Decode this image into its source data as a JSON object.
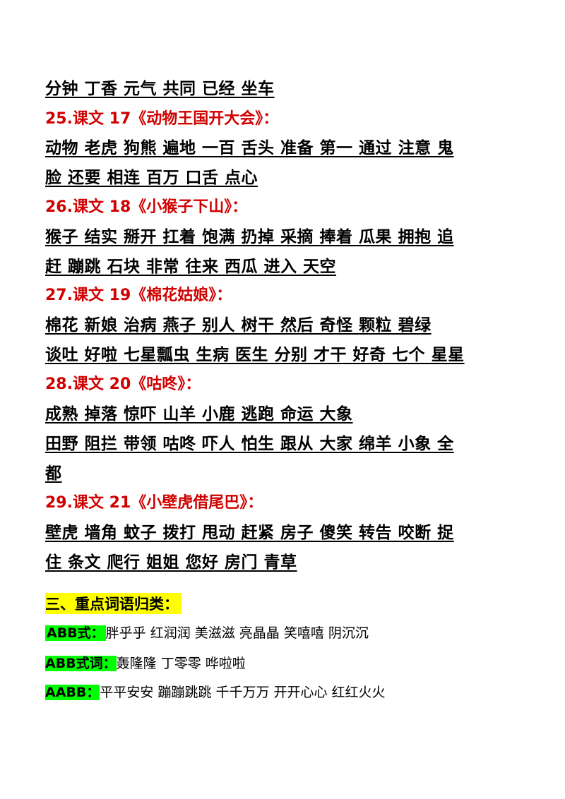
{
  "blocks": [
    {
      "kind": "words",
      "text": "分钟 丁香 元气 共同 已经 坐车"
    },
    {
      "kind": "heading",
      "text": "25.课文 17《动物王国开大会》："
    },
    {
      "kind": "words",
      "text": "动物 老虎 狗熊 遍地 一百 舌头 准备 第一 通过 注意 鬼"
    },
    {
      "kind": "words",
      "text": "脸 还要 相连 百万 口舌 点心"
    },
    {
      "kind": "heading",
      "text": "26.课文 18《小猴子下山》："
    },
    {
      "kind": "words",
      "text": "猴子  结实 掰开 扛着 饱满 扔掉 采摘 捧着 瓜果 拥抱 追"
    },
    {
      "kind": "words",
      "text": "赶 蹦跳 石块 非常 往来 西瓜 进入 天空"
    },
    {
      "kind": "heading",
      "text": "27.课文 19《棉花姑娘》："
    },
    {
      "kind": "words",
      "text": "棉花  新娘 治病 燕子 别人 树干 然后 奇怪 颗粒 碧绿"
    },
    {
      "kind": "words",
      "text": "谈吐 好啦 七星瓢虫 生病 医生 分别 才干 好奇 七个 星星"
    },
    {
      "kind": "heading",
      "text": "28.课文 20《咕咚》："
    },
    {
      "kind": "words",
      "text": "成熟 掉落 惊吓 山羊 小鹿 逃跑 命运 大象 "
    },
    {
      "kind": "words",
      "text": "田野 阻拦 带领 咕咚 吓人 怕生 跟从 大家 绵羊 小象 全"
    },
    {
      "kind": "words",
      "text": "都"
    },
    {
      "kind": "heading",
      "text": "29.课文 21《小壁虎借尾巴》："
    },
    {
      "kind": "words",
      "text": "壁虎 墙角 蚊子 拨打 甩动 赶紧 房子 傻笑 转告 咬断 捉"
    },
    {
      "kind": "words",
      "text": "住 条文 爬行 姐姐 您好 房门 青草"
    }
  ],
  "section_title": "三、重点词语归类：",
  "categories": [
    {
      "label": "ABB式：",
      "items": "胖乎乎  红润润  美滋滋  亮晶晶  笑嘻嘻  阴沉沉"
    },
    {
      "label": "ABB式词：",
      "items": "轰隆隆 丁零零 哗啦啦"
    },
    {
      "label": "AABB：",
      "items": "平平安安   蹦蹦跳跳  千千万万  开开心心  红红火火"
    }
  ],
  "colors": {
    "heading": "#d00000",
    "section_highlight": "#ffff00",
    "category_highlight": "#00ff00"
  }
}
